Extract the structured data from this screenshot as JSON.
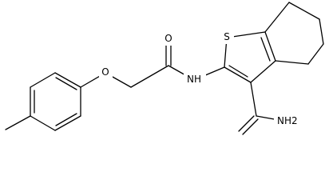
{
  "atoms": {
    "sulfur": "S",
    "ether_oxygen": "O",
    "carbonyl_oxygen": "O",
    "amide_nh": "NH",
    "amide_nh2": "NH2"
  },
  "colors": {
    "bond": "#000000",
    "label": "#000000",
    "background": "#ffffff"
  }
}
